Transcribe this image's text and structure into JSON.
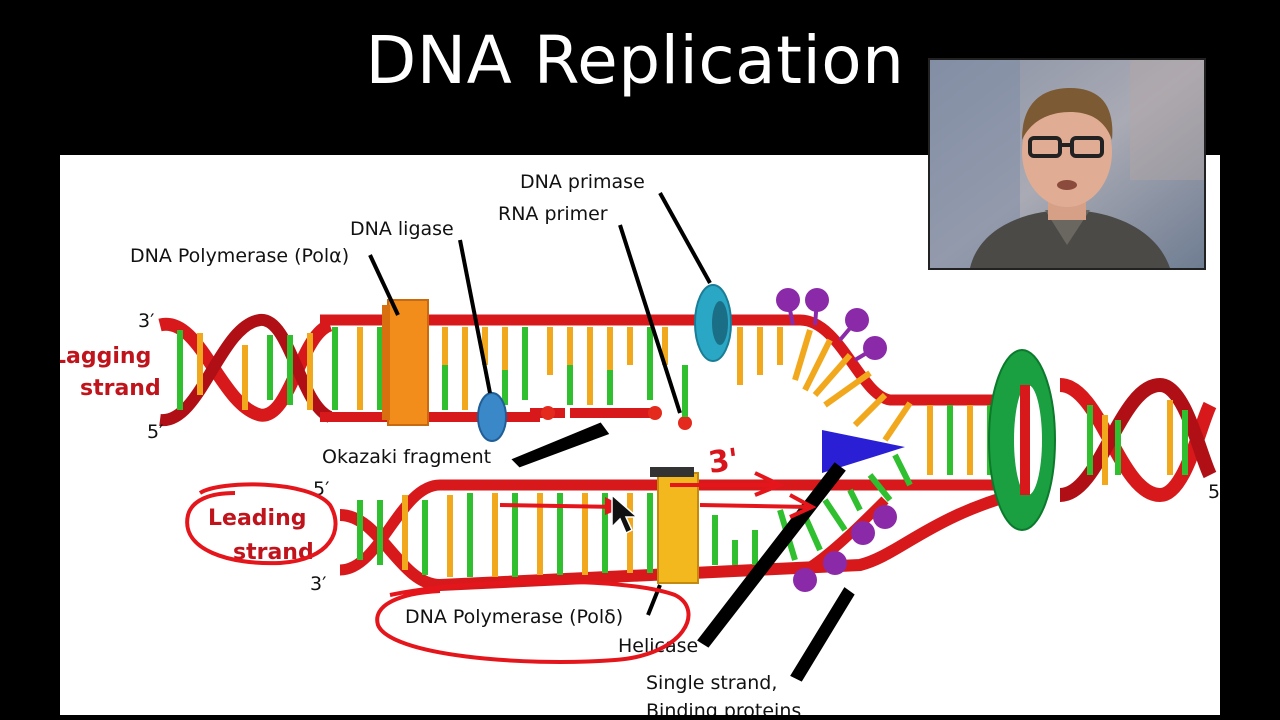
{
  "slide": {
    "title": "DNA Replication"
  },
  "labels": {
    "dna_primase": "DNA primase",
    "rna_primer": "RNA primer",
    "dna_ligase": "DNA ligase",
    "pol_alpha": "DNA Polymerase (Polα)",
    "lagging_line1": "Lagging",
    "lagging_line2": "strand",
    "okazaki": "Okazaki fragment",
    "leading_line1": "Leading",
    "leading_line2": "strand",
    "pol_delta": "DNA Polymerase (Polδ)",
    "helicase": "Helicase",
    "ssb_line1": "Single strand,",
    "ssb_line2": "Binding proteins",
    "three_prime": "3′",
    "five_prime": "5′",
    "handwritten_3prime": "3'"
  },
  "colors": {
    "background": "#000000",
    "slide": "#ffffff",
    "strand_red": "#d7191c",
    "base_green": "#2fbf2f",
    "base_orange": "#f2a81d",
    "polymerase_orange": "#f28c1a",
    "polymerase_yellow": "#f2b81d",
    "primase_teal": "#2aa7c4",
    "ligase_blue": "#3a88c8",
    "helicase_green": "#1aa040",
    "ssb_purple": "#8b2aa8",
    "helicase_arrow": "#2b1fd6",
    "annotation_red": "#e4161c"
  }
}
